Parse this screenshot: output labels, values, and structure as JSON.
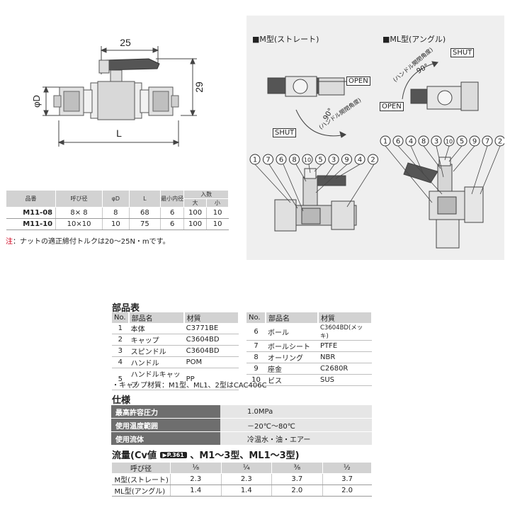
{
  "drawing": {
    "dim_25": "25",
    "dim_29": "29",
    "dim_phiD": "φD",
    "dim_L": "L"
  },
  "spec_table": {
    "headers": {
      "part_no": "品番",
      "nominal": "呼び径",
      "phiD": "φD",
      "L": "L",
      "min_bore": "最小内径",
      "pcs": "入数",
      "large": "大",
      "small": "小"
    },
    "rows": [
      {
        "part_no": "M11-08",
        "nominal": "8× 8",
        "phiD": "8",
        "L": "68",
        "min_bore": "6",
        "large": "100",
        "small": "10"
      },
      {
        "part_no": "M11-10",
        "nominal": "10×10",
        "phiD": "10",
        "L": "75",
        "min_bore": "6",
        "large": "100",
        "small": "10"
      }
    ],
    "note_mark": "注",
    "note_text": "：ナットの適正締付トルクは20～25N・mです。"
  },
  "panel": {
    "m_title": "■M型(ストレート)",
    "ml_title": "■ML型(アングル)",
    "open": "OPEN",
    "shut": "SHUT",
    "angle": "90°",
    "handle_range": "(ハンドル開閉角度)",
    "m_callouts": [
      "1",
      "7",
      "6",
      "8",
      "10",
      "5",
      "3",
      "9",
      "4",
      "2"
    ],
    "ml_callouts": [
      "1",
      "6",
      "4",
      "8",
      "3",
      "10",
      "5",
      "9",
      "7",
      "2"
    ]
  },
  "parts_table": {
    "title": "部品表",
    "headers": {
      "no": "No.",
      "name": "部品名",
      "material": "材質"
    },
    "left": [
      {
        "no": "1",
        "name": "本体",
        "material": "C3771BE"
      },
      {
        "no": "2",
        "name": "キャップ",
        "material": "C3604BD"
      },
      {
        "no": "3",
        "name": "スピンドル",
        "material": "C3604BD"
      },
      {
        "no": "4",
        "name": "ハンドル",
        "material": "POM"
      },
      {
        "no": "5",
        "name": "ハンドルキャップ",
        "material": "PP"
      }
    ],
    "right": [
      {
        "no": "6",
        "name": "ボール",
        "material": "C3604BD(メッキ)"
      },
      {
        "no": "7",
        "name": "ボールシート",
        "material": "PTFE"
      },
      {
        "no": "8",
        "name": "オーリング",
        "material": "NBR"
      },
      {
        "no": "9",
        "name": "座金",
        "material": "C2680R"
      },
      {
        "no": "10",
        "name": "ビス",
        "material": "SUS"
      }
    ],
    "cap_note": "・キャップ材質：M1型、ML1、2型はCAC406C"
  },
  "specs": {
    "title": "仕様",
    "rows": [
      {
        "key": "最高許容圧力",
        "value": "1.0MPa"
      },
      {
        "key": "使用温度範囲",
        "value": "－20℃～80℃"
      },
      {
        "key": "使用流体",
        "value": "冷温水・油・エアー"
      }
    ]
  },
  "flow": {
    "title_a": "流量(Cv値",
    "badge": "▶P.361",
    "title_b": "、M1～3型、ML1～3型)",
    "headers": [
      "呼び径",
      "¹⁄₈",
      "¹⁄₄",
      "³⁄₈",
      "¹⁄₂"
    ],
    "rows": [
      {
        "label": "M型(ストレート)",
        "values": [
          "2.3",
          "2.3",
          "3.7",
          "3.7"
        ]
      },
      {
        "label": "ML型(アングル)",
        "values": [
          "1.4",
          "1.4",
          "2.0",
          "2.0"
        ]
      }
    ]
  }
}
